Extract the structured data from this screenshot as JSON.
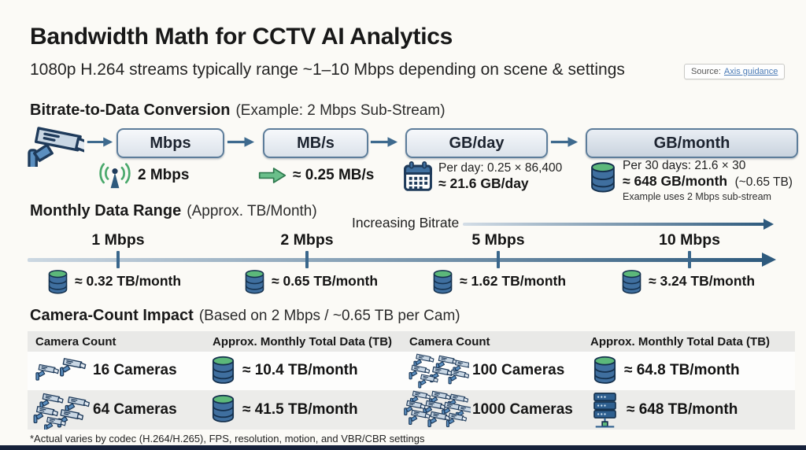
{
  "page": {
    "title": "Bandwidth Math for CCTV AI Analytics",
    "subtitle": "1080p H.264 streams typically range ~1–10 Mbps depending on scene & settings",
    "source_label": "Source:",
    "source_link": "Axis guidance",
    "footnote": "*Actual varies by codec (H.264/H.265), FPS, resolution, motion, and VBR/CBR settings"
  },
  "conversion": {
    "heading": "Bitrate-to-Data Conversion",
    "note": "(Example: 2 Mbps Sub-Stream)",
    "boxes": [
      "Mbps",
      "MB/s",
      "GB/day",
      "GB/month"
    ],
    "mbps_value": "2 Mbps",
    "mbs_value": "≈ 0.25 MB/s",
    "day_formula": "Per day: 0.25 × 86,400",
    "day_value": "≈ 21.6 GB/day",
    "month_formula": "Per 30 days: 21.6 × 30",
    "month_value": "≈ 648 GB/month",
    "month_value_suffix": "(~0.65 TB)",
    "month_note": "Example uses 2 Mbps sub-stream"
  },
  "monthly": {
    "heading": "Monthly Data Range",
    "note": "(Approx. TB/Month)",
    "axis_label": "Increasing Bitrate",
    "points": [
      {
        "bitrate": "1 Mbps",
        "value": "≈ 0.32 TB/month"
      },
      {
        "bitrate": "2 Mbps",
        "value": "≈ 0.65 TB/month"
      },
      {
        "bitrate": "5 Mbps",
        "value": "≈ 1.62 TB/month"
      },
      {
        "bitrate": "10 Mbps",
        "value": "≈ 3.24 TB/month"
      }
    ]
  },
  "cameras": {
    "heading": "Camera-Count Impact",
    "note": "(Based on 2 Mbps / ~0.65 TB per Cam)",
    "headers": [
      "Camera Count",
      "Approx. Monthly Total Data (TB)",
      "Camera Count",
      "Approx. Monthly Total Data (TB)"
    ],
    "rows": [
      {
        "c1": "16 Cameras",
        "d1": "≈ 10.4 TB/month",
        "c2": "100 Cameras",
        "d2": "≈ 64.8 TB/month"
      },
      {
        "c1": "64 Cameras",
        "d1": "≈ 41.5 TB/month",
        "c2": "1000 Cameras",
        "d2": "≈ 648 TB/month"
      }
    ]
  },
  "colors": {
    "accent_steel_blue": "#3e6a8e",
    "accent_green": "#5cb87a",
    "box_border": "#5d7d9a",
    "background": "#fbfaf6",
    "bottom_bar": "#16213a"
  }
}
